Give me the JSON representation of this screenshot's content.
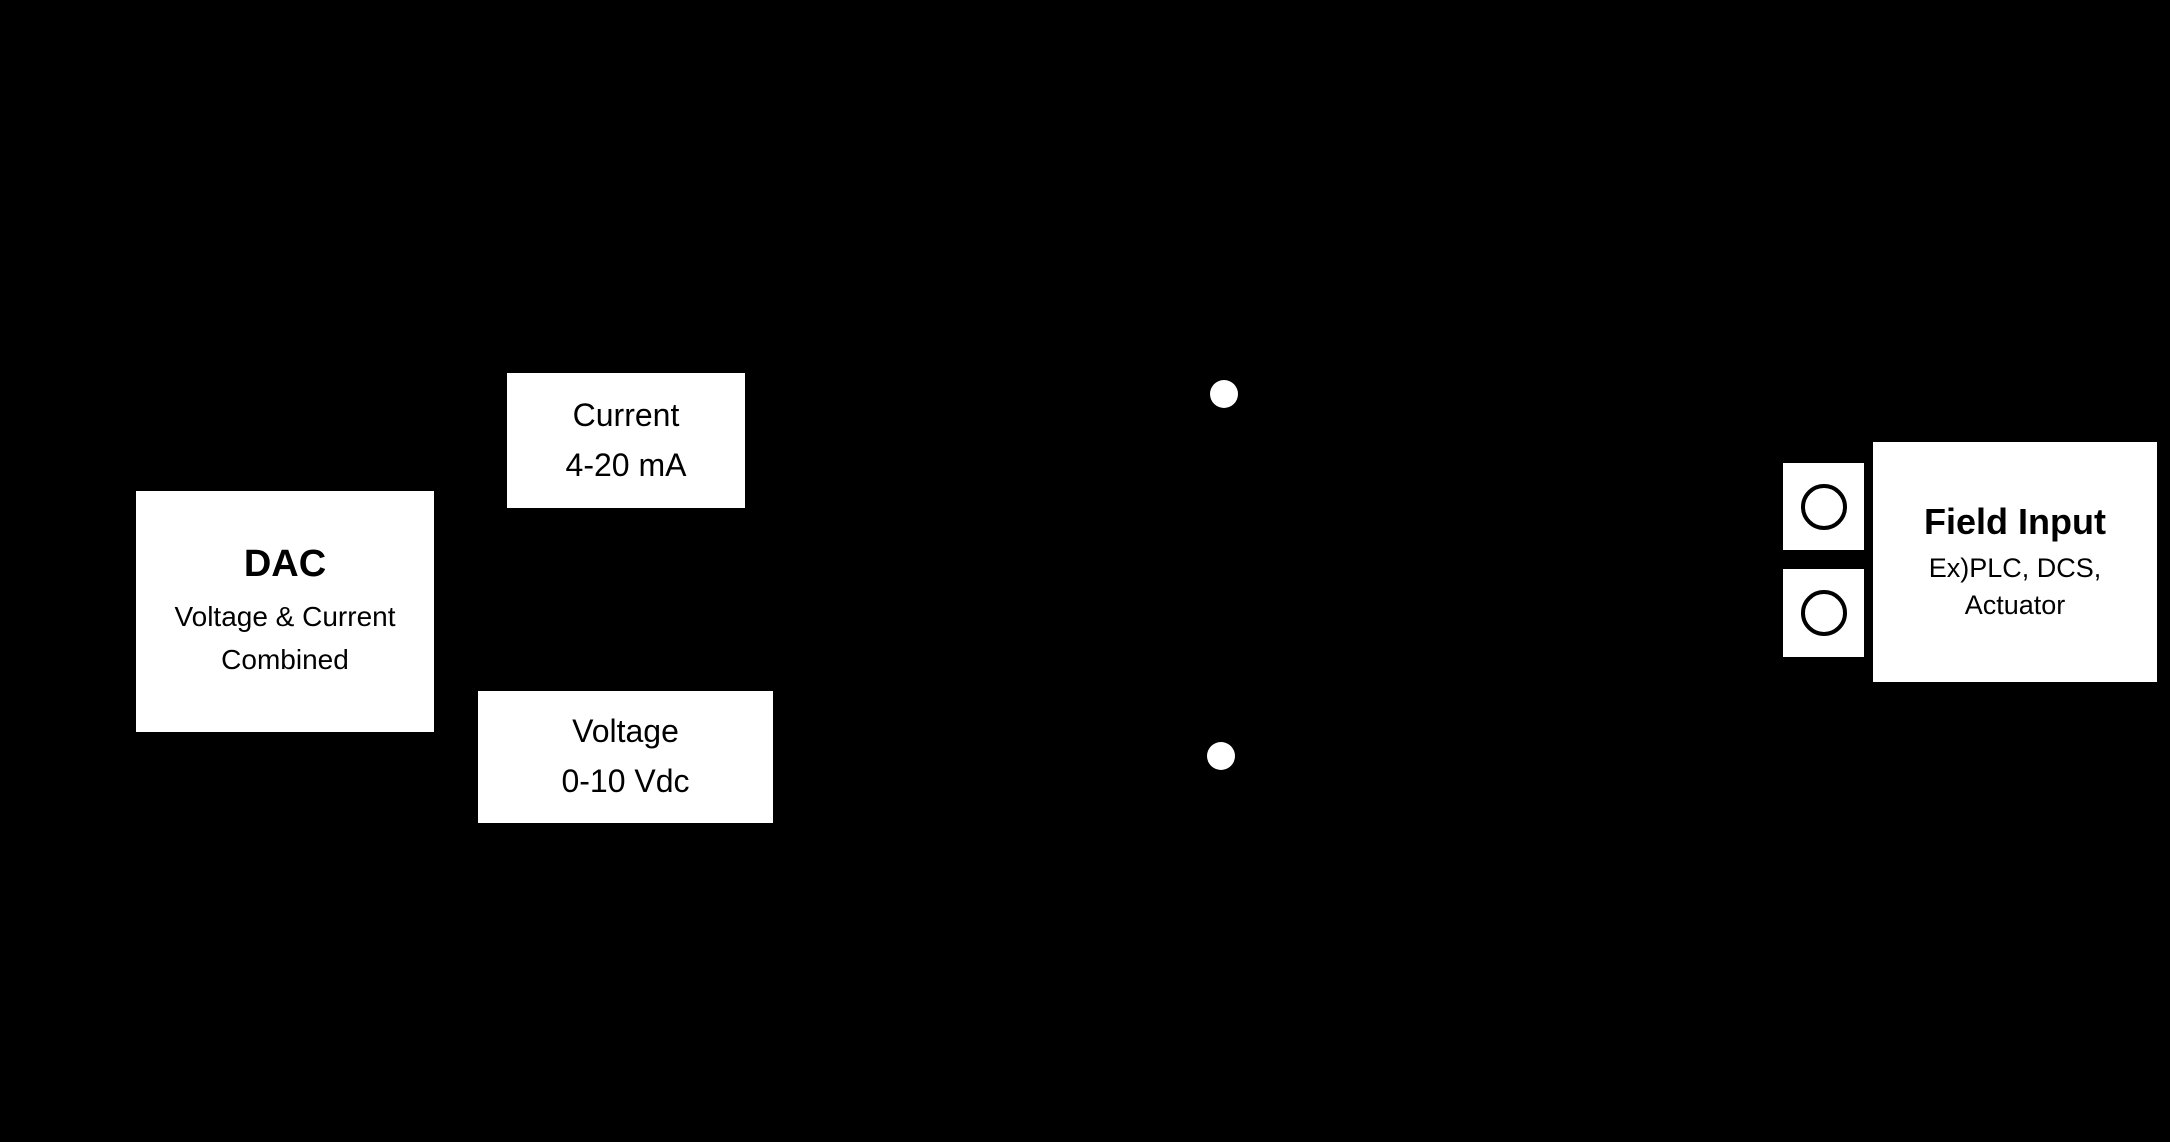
{
  "diagram": {
    "colors": {
      "background": "#000000",
      "box_fill": "#ffffff",
      "box_text": "#000000"
    },
    "dac": {
      "title": "DAC",
      "subtitle_line1": "Voltage & Current",
      "subtitle_line2": "Combined"
    },
    "current_output": {
      "line1": "Current",
      "line2": "4-20 mA"
    },
    "voltage_output": {
      "line1": "Voltage",
      "line2": "0-10 Vdc"
    },
    "field_input": {
      "title": "Field Input",
      "subtitle_line1": "Ex)PLC, DCS,",
      "subtitle_line2": "Actuator"
    }
  }
}
